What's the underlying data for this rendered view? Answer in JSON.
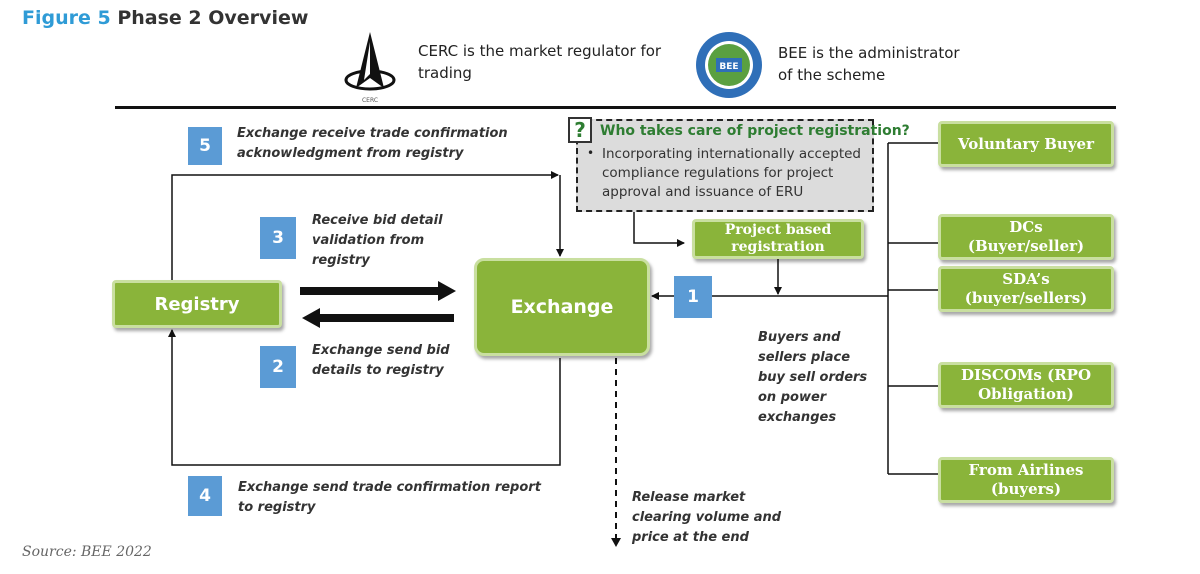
{
  "figure": {
    "number": "Figure 5",
    "title": "Phase 2 Overview"
  },
  "cerc": {
    "logo_caption": "CERC",
    "text": "CERC is the market regulator for trading"
  },
  "bee": {
    "logo_letters": "BEE",
    "text": "BEE is the administrator of the scheme"
  },
  "registry": "Registry",
  "exchange": "Exchange",
  "project_registration": "Project based registration",
  "question": {
    "mark": "?",
    "title": "Who takes care of project registration?",
    "bullet": "Incorporating internationally accepted compliance regulations for project approval and issuance of ERU"
  },
  "steps": [
    {
      "number": "1",
      "text": "Buyers and sellers place buy sell orders on power exchanges"
    },
    {
      "number": "2",
      "text": "Exchange send bid details to registry"
    },
    {
      "number": "3",
      "text": "Receive bid detail validation from registry"
    },
    {
      "number": "4",
      "text": "Exchange send trade confirmation report to registry"
    },
    {
      "number": "5",
      "text": "Exchange receive trade confirmation acknowledgment from registry"
    }
  ],
  "release_note": "Release market clearing volume and price at the end",
  "participants": [
    "Voluntary Buyer",
    "DCs\n(Buyer/seller)",
    "SDA’s\n(buyer/sellers)",
    "DISCOMs (RPO\nObligation)",
    "From Airlines\n(buyers)"
  ],
  "source": "Source: BEE 2022",
  "colors": {
    "green": "#8ab43a",
    "blue": "#5b9bd5",
    "title_blue": "#2f9bd6",
    "question_green": "#2e7d32"
  }
}
